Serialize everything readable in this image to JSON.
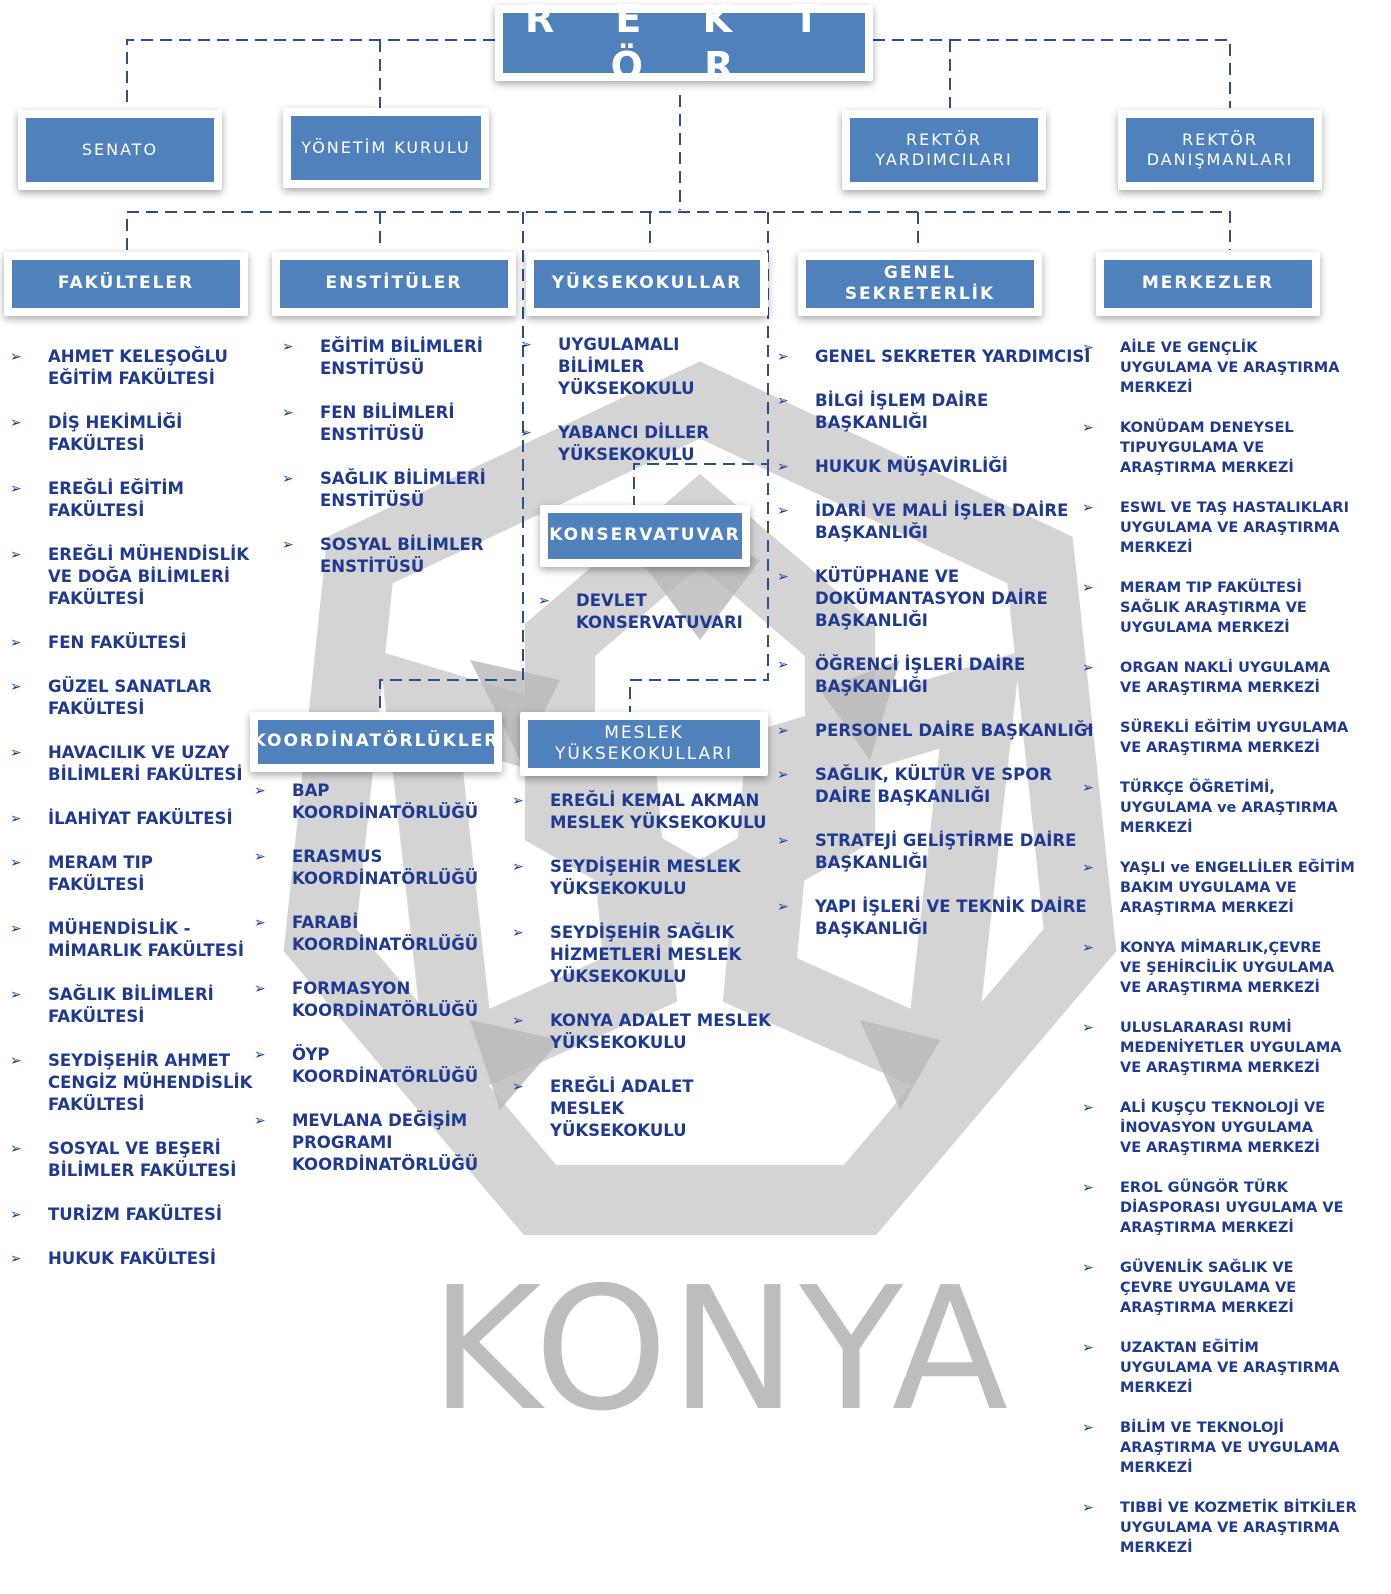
{
  "watermark": {
    "text": "KONYA"
  },
  "rektor": "R E K T Ö R",
  "top_boxes": {
    "senato": "SENATO",
    "yonetim": "YÖNETİM KURULU",
    "yardimcilar": "REKTÖR\nYARDIMCILARI",
    "danismanlar": "REKTÖR\nDANIŞMANLARI"
  },
  "headers": {
    "fakulteler": "FAKÜLTELER",
    "enstituler": "ENSTİTÜLER",
    "yuksekokullar": "YÜKSEKOKULLAR",
    "genel_sekreterlik": "GENEL SEKRETERLİK",
    "merkezler": "MERKEZLER",
    "konservatuvar": "KONSERVATUVAR",
    "koordinatorlukler": "KOORDİNATÖRLÜKLER",
    "meslek": "MESLEK\nYÜKSEKOKULLARI"
  },
  "bullet": "➢",
  "lists": {
    "fakulteler": [
      "AHMET KELEŞOĞLU\nEĞİTİM FAKÜLTESİ",
      "DİŞ HEKİMLİĞİ\nFAKÜLTESİ",
      "EREĞLİ EĞİTİM\nFAKÜLTESİ",
      "EREĞLİ MÜHENDİSLİK\nVE DOĞA BİLİMLERİ\nFAKÜLTESİ",
      "FEN FAKÜLTESİ",
      "GÜZEL SANATLAR\nFAKÜLTESİ",
      "HAVACILIK VE UZAY\nBİLİMLERİ FAKÜLTESİ",
      "İLAHİYAT FAKÜLTESİ",
      "MERAM TIP FAKÜLTESİ",
      "MÜHENDİSLİK -\nMİMARLIK FAKÜLTESİ",
      "SAĞLIK BİLİMLERİ\nFAKÜLTESİ",
      "SEYDİŞEHİR AHMET\nCENGİZ MÜHENDİSLİK\nFAKÜLTESİ",
      "SOSYAL VE BEŞERİ\nBİLİMLER FAKÜLTESİ",
      "TURİZM FAKÜLTESİ",
      "HUKUK FAKÜLTESİ"
    ],
    "enstituler": [
      "EĞİTİM BİLİMLERİ\nENSTİTÜSÜ",
      "FEN BİLİMLERİ\nENSTİTÜSÜ",
      "SAĞLIK BİLİMLERİ\nENSTİTÜSÜ",
      "SOSYAL BİLİMLER\nENSTİTÜSÜ"
    ],
    "yuksekokullar": [
      "UYGULAMALI BİLİMLER\nYÜKSEKOKULU",
      "YABANCI DİLLER\nYÜKSEKOKULU"
    ],
    "konservatuvar": [
      "DEVLET\nKONSERVATUVARI"
    ],
    "genel_sekreterlik": [
      "GENEL SEKRETER YARDIMCISI",
      "BİLGİ İŞLEM DAİRE BAŞKANLIĞI",
      "HUKUK MÜŞAVİRLİĞİ",
      "İDARİ VE MALİ İŞLER DAİRE\nBAŞKANLIĞI",
      "KÜTÜPHANE VE\nDOKÜMANTASYON DAİRE\nBAŞKANLIĞI",
      "ÖĞRENCİ İŞLERİ DAİRE\nBAŞKANLIĞI",
      "PERSONEL DAİRE BAŞKANLIĞI",
      "SAĞLIK, KÜLTÜR VE SPOR\nDAİRE BAŞKANLIĞI",
      "STRATEJİ GELİŞTİRME DAİRE\nBAŞKANLIĞI",
      "YAPI İŞLERİ VE TEKNİK DAİRE\nBAŞKANLIĞI"
    ],
    "koordinatorlukler": [
      "BAP\nKOORDİNATÖRLÜĞÜ",
      "ERASMUS\nKOORDİNATÖRLÜĞÜ",
      "FARABİ\nKOORDİNATÖRLÜĞÜ",
      "FORMASYON\nKOORDİNATÖRLÜĞÜ",
      "ÖYP\nKOORDİNATÖRLÜĞÜ",
      "MEVLANA DEĞİŞİM\nPROGRAMI\nKOORDİNATÖRLÜĞÜ"
    ],
    "meslek": [
      "EREĞLİ KEMAL AKMAN\nMESLEK YÜKSEKOKULU",
      "SEYDİŞEHİR MESLEK\nYÜKSEKOKULU",
      "SEYDİŞEHİR SAĞLIK\nHİZMETLERİ MESLEK\nYÜKSEKOKULU",
      "KONYA ADALET MESLEK\nYÜKSEKOKULU",
      "EREĞLİ ADALET MESLEK\nYÜKSEKOKULU"
    ],
    "merkezler": [
      "AİLE VE GENÇLİK\nUYGULAMA VE ARAŞTIRMA\nMERKEZİ",
      "KONÜDAM DENEYSEL\nTIPUYGULAMA  VE\nARAŞTIRMA MERKEZİ",
      "ESWL VE TAŞ HASTALIKLARI\nUYGULAMA VE ARAŞTIRMA\nMERKEZİ",
      "MERAM TIP FAKÜLTESİ\nSAĞLIK ARAŞTIRMA VE\nUYGULAMA MERKEZİ",
      "ORGAN NAKLİ UYGULAMA\nVE ARAŞTIRMA MERKEZİ",
      "SÜREKLİ EĞİTİM UYGULAMA\nVE ARAŞTIRMA MERKEZİ",
      "TÜRKÇE ÖĞRETİMİ,\nUYGULAMA ve ARAŞTIRMA\nMERKEZİ",
      "YAŞLI ve ENGELLİLER EĞİTİM\nBAKIM UYGULAMA VE\nARAŞTIRMA MERKEZİ",
      "KONYA MİMARLIK,ÇEVRE\nVE ŞEHİRCİLİK UYGULAMA\nVE ARAŞTIRMA MERKEZİ",
      "ULUSLARARASI RUMİ\nMEDENİYETLER UYGULAMA\nVE ARAŞTIRMA MERKEZİ",
      "ALİ KUŞÇU TEKNOLOJİ VE\nİNOVASYON UYGULAMA\nVE ARAŞTIRMA MERKEZİ",
      "EROL GÜNGÖR TÜRK\nDİASPORASI UYGULAMA VE\nARAŞTIRMA MERKEZİ",
      "GÜVENLİK SAĞLIK VE\nÇEVRE UYGULAMA VE\nARAŞTIRMA MERKEZİ",
      "UZAKTAN EĞİTİM\nUYGULAMA VE ARAŞTIRMA\nMERKEZİ",
      "BİLİM VE TEKNOLOJİ\nARAŞTIRMA VE UYGULAMA\nMERKEZİ",
      "TIBBİ VE KOZMETİK BİTKİLER\nUYGULAMA VE ARAŞTIRMA\nMERKEZİ"
    ]
  }
}
